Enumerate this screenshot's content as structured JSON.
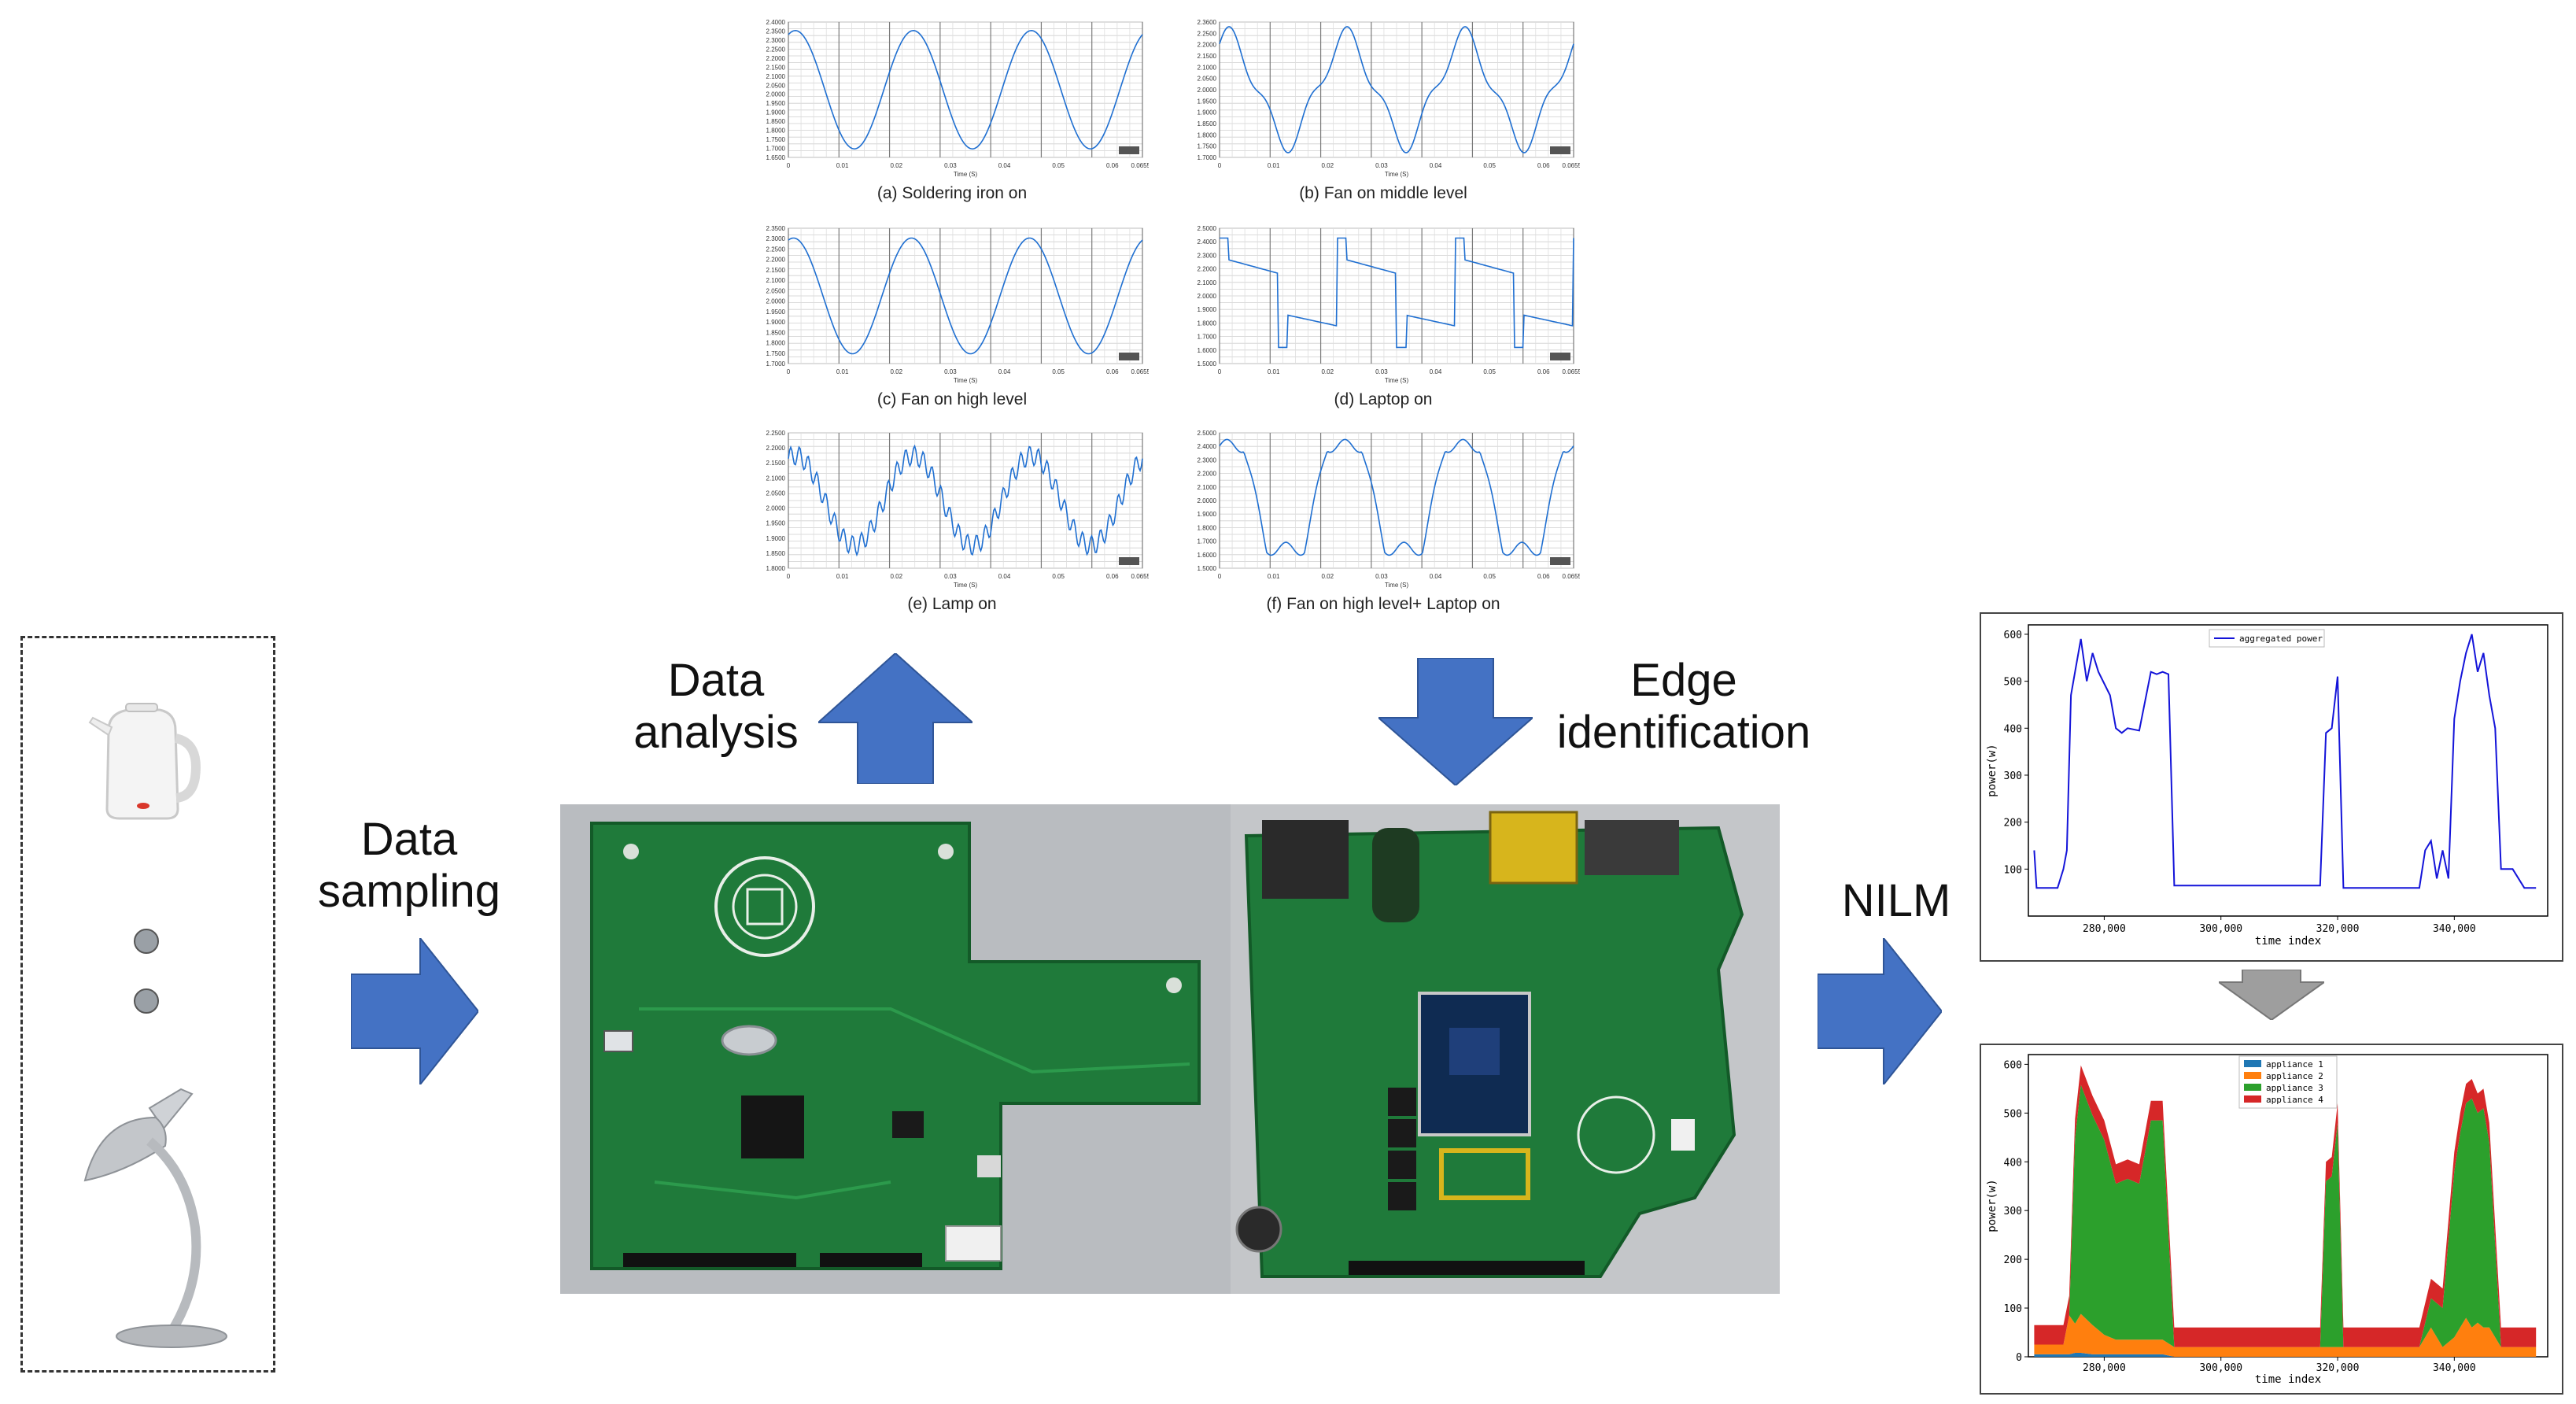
{
  "labels": {
    "data_sampling": [
      "Data",
      "sampling"
    ],
    "data_analysis": [
      "Data",
      "analysis"
    ],
    "edge_identification": [
      "Edge",
      "identification"
    ],
    "nilm": "NILM"
  },
  "colors": {
    "arrow_blue": "#4472C4",
    "arrow_gray": "#9E9E9E",
    "wave_blue": "#1f6fd1",
    "pcb_green": "#1f7a3a",
    "agg_power": "#1414d9",
    "appliance_1": "#1f77b4",
    "appliance_2": "#ff7f0e",
    "appliance_3": "#2ca02c",
    "appliance_4": "#d62728"
  },
  "waveforms": [
    {
      "caption": "(a) Soldering iron on",
      "y_ticks": [
        "2.4000",
        "2.3500",
        "2.3000",
        "2.2500",
        "2.2000",
        "2.1500",
        "2.1000",
        "2.0500",
        "2.0000",
        "1.9500",
        "1.9000",
        "1.8500",
        "1.8000",
        "1.7500",
        "1.7000",
        "1.6500"
      ],
      "x_ticks": [
        "0",
        "0.01",
        "0.02",
        "0.03",
        "0.04",
        "0.05",
        "0.06",
        "0.06553"
      ],
      "x_label": "Time (S)"
    },
    {
      "caption": "(b) Fan on middle level",
      "y_ticks": [
        "2.3600",
        "2.2500",
        "2.2000",
        "2.1500",
        "2.1000",
        "2.0500",
        "2.0000",
        "1.9500",
        "1.9000",
        "1.8500",
        "1.8000",
        "1.7500",
        "1.7000"
      ],
      "x_ticks": [
        "0",
        "0.01",
        "0.02",
        "0.03",
        "0.04",
        "0.05",
        "0.06",
        "0.06553"
      ],
      "x_label": "Time (S)"
    },
    {
      "caption": "(c) Fan on high level",
      "y_ticks": [
        "2.3500",
        "2.3000",
        "2.2500",
        "2.2000",
        "2.1500",
        "2.1000",
        "2.0500",
        "2.0000",
        "1.9500",
        "1.9000",
        "1.8500",
        "1.8000",
        "1.7500",
        "1.7000"
      ],
      "x_ticks": [
        "0",
        "0.01",
        "0.02",
        "0.03",
        "0.04",
        "0.05",
        "0.06",
        "0.06553"
      ],
      "x_label": "Time (S)"
    },
    {
      "caption": "(d) Laptop on",
      "y_ticks": [
        "2.5000",
        "2.4000",
        "2.3000",
        "2.2000",
        "2.1000",
        "2.0000",
        "1.9000",
        "1.8000",
        "1.7000",
        "1.6000",
        "1.5000"
      ],
      "x_ticks": [
        "0",
        "0.01",
        "0.02",
        "0.03",
        "0.04",
        "0.05",
        "0.06",
        "0.06553"
      ],
      "x_label": "Time (S)"
    },
    {
      "caption": "(e) Lamp on",
      "y_ticks": [
        "2.2500",
        "2.2000",
        "2.1500",
        "2.1000",
        "2.0500",
        "2.0000",
        "1.9500",
        "1.9000",
        "1.8500",
        "1.8000"
      ],
      "x_ticks": [
        "0",
        "0.01",
        "0.02",
        "0.03",
        "0.04",
        "0.05",
        "0.06",
        "0.06553"
      ],
      "x_label": "Time (S)"
    },
    {
      "caption": "(f) Fan on high level+ Laptop on",
      "y_ticks": [
        "2.5000",
        "2.4000",
        "2.3000",
        "2.2000",
        "2.1000",
        "2.0000",
        "1.9000",
        "1.8000",
        "1.7000",
        "1.6000",
        "1.5000"
      ],
      "x_ticks": [
        "0",
        "0.01",
        "0.02",
        "0.03",
        "0.04",
        "0.05",
        "0.06",
        "0.06553"
      ],
      "x_label": "Time (S)"
    }
  ],
  "aggregated_chart": {
    "legend": "aggregated power",
    "ylabel": "power(w)",
    "xlabel": "time index",
    "y_ticks": [
      "600",
      "500",
      "400",
      "300",
      "200",
      "100"
    ],
    "x_ticks": [
      "280,000",
      "300,000",
      "320,000",
      "340,000"
    ]
  },
  "disaggregated_chart": {
    "legend": [
      "appliance 1",
      "appliance 2",
      "appliance 3",
      "appliance 4"
    ],
    "ylabel": "power(w)",
    "xlabel": "time index",
    "y_ticks": [
      "600",
      "500",
      "400",
      "300",
      "200",
      "100",
      "0"
    ],
    "x_ticks": [
      "280,000",
      "300,000",
      "320,000",
      "340,000"
    ]
  },
  "chart_data": [
    {
      "type": "line",
      "title": "",
      "xlabel": "time index",
      "ylabel": "power(w)",
      "xlim": [
        267000,
        356000
      ],
      "ylim": [
        0,
        620
      ],
      "legend_position": "top",
      "series": [
        {
          "name": "aggregated power",
          "x": [
            268000,
            268400,
            269000,
            272000,
            273000,
            273600,
            274300,
            275000,
            276000,
            277000,
            278000,
            279000,
            281000,
            282000,
            283000,
            284000,
            286000,
            288000,
            289000,
            290000,
            291000,
            292000,
            300000,
            310000,
            316000,
            317000,
            318000,
            319000,
            320000,
            321000,
            322000,
            324000,
            330000,
            334000,
            335000,
            336000,
            337000,
            338000,
            339000,
            340000,
            341000,
            342000,
            343000,
            344000,
            345000,
            346000,
            347000,
            348000,
            350000,
            352000,
            354000
          ],
          "y": [
            140,
            60,
            60,
            60,
            100,
            140,
            470,
            520,
            590,
            500,
            560,
            520,
            470,
            400,
            390,
            400,
            395,
            520,
            515,
            520,
            515,
            65,
            65,
            65,
            65,
            65,
            390,
            400,
            510,
            60,
            60,
            60,
            60,
            60,
            140,
            160,
            80,
            140,
            80,
            420,
            500,
            560,
            600,
            520,
            560,
            470,
            400,
            100,
            100,
            60,
            60
          ]
        }
      ]
    },
    {
      "type": "area",
      "title": "",
      "xlabel": "time index",
      "ylabel": "power(w)",
      "xlim": [
        267000,
        356000
      ],
      "ylim": [
        0,
        620
      ],
      "legend_position": "top",
      "x": [
        268000,
        270000,
        272000,
        273000,
        274000,
        275000,
        276000,
        278000,
        280000,
        282000,
        284000,
        286000,
        288000,
        290000,
        292000,
        300000,
        310000,
        316000,
        317000,
        318000,
        319000,
        320000,
        321000,
        324000,
        330000,
        334000,
        336000,
        338000,
        340000,
        341000,
        342000,
        343000,
        344000,
        345000,
        346000,
        348000,
        350000,
        354000
      ],
      "series": [
        {
          "name": "appliance 1",
          "values": [
            5,
            5,
            5,
            5,
            5,
            8,
            8,
            5,
            5,
            5,
            5,
            5,
            5,
            5,
            0,
            0,
            0,
            0,
            0,
            0,
            0,
            0,
            0,
            0,
            0,
            0,
            0,
            0,
            0,
            0,
            0,
            0,
            0,
            0,
            0,
            0,
            0,
            0
          ]
        },
        {
          "name": "appliance 2",
          "values": [
            20,
            20,
            20,
            20,
            80,
            60,
            80,
            60,
            40,
            30,
            30,
            30,
            30,
            30,
            20,
            20,
            20,
            20,
            20,
            20,
            20,
            20,
            20,
            20,
            20,
            20,
            60,
            20,
            40,
            60,
            80,
            60,
            70,
            60,
            60,
            20,
            20,
            20
          ]
        },
        {
          "name": "appliance 3",
          "values": [
            0,
            0,
            0,
            0,
            0,
            380,
            470,
            430,
            400,
            320,
            330,
            320,
            450,
            450,
            0,
            0,
            0,
            0,
            0,
            340,
            350,
            460,
            0,
            0,
            0,
            0,
            60,
            80,
            340,
            400,
            440,
            470,
            430,
            450,
            380,
            0,
            0,
            0
          ]
        },
        {
          "name": "appliance 4",
          "values": [
            40,
            40,
            40,
            40,
            40,
            40,
            40,
            40,
            40,
            40,
            40,
            40,
            40,
            40,
            40,
            40,
            40,
            40,
            40,
            40,
            40,
            40,
            40,
            40,
            40,
            40,
            40,
            40,
            40,
            40,
            40,
            40,
            40,
            40,
            40,
            40,
            40,
            40
          ]
        }
      ]
    }
  ]
}
